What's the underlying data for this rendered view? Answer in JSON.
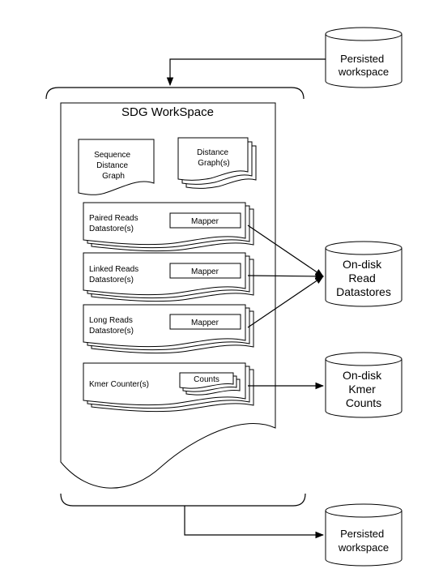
{
  "workspace": {
    "title": "SDG WorkSpace",
    "sequence_graph": [
      "Sequence",
      "Distance",
      "Graph"
    ],
    "distance_graphs": [
      "Distance",
      "Graph(s)"
    ],
    "datastores": [
      {
        "label": [
          "Paired Reads",
          "Datastore(s)"
        ],
        "inner": "Mapper"
      },
      {
        "label": [
          "Linked Reads",
          "Datastore(s)"
        ],
        "inner": "Mapper"
      },
      {
        "label": [
          "Long Reads",
          "Datastore(s)"
        ],
        "inner": "Mapper"
      }
    ],
    "kmer_counter": {
      "label": "Kmer Counter(s)",
      "inner": "Counts"
    }
  },
  "storage": {
    "persisted_top": [
      "Persisted",
      "workspace"
    ],
    "read_datastores": [
      "On-disk",
      "Read",
      "Datastores"
    ],
    "kmer_counts": [
      "On-disk",
      "Kmer",
      "Counts"
    ],
    "persisted_bottom": [
      "Persisted",
      "workspace"
    ]
  }
}
